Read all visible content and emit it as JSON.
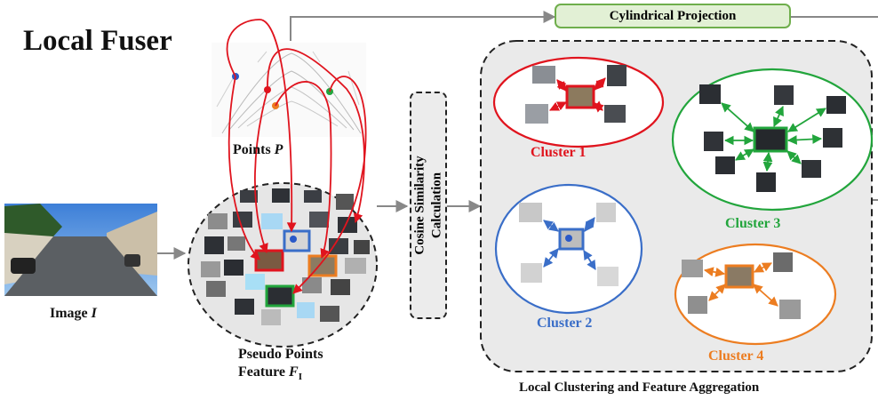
{
  "title": "Local Fuser",
  "projection_label": "Cylindrical Projection",
  "points_label": "Points ",
  "points_symbol": "P",
  "image_label": "Image ",
  "image_symbol": "I",
  "pseudo_line1": "Pseudo Points",
  "pseudo_line2": "Feature ",
  "pseudo_symbol": "F",
  "pseudo_subscript": "I",
  "cosine_line1": "Cosine Similarity",
  "cosine_line2": "Calculation",
  "clusters": [
    "Cluster 1",
    "Cluster 2",
    "Cluster 3",
    "Cluster 4"
  ],
  "aggregation_label": "Local Clustering and Feature Aggregation",
  "colors": {
    "red": "#e0141e",
    "blue": "#3a6ec8",
    "green": "#22a53c",
    "orange": "#ec7d21",
    "proj_fill": "#e2f0d5",
    "proj_border": "#6fae4c"
  }
}
